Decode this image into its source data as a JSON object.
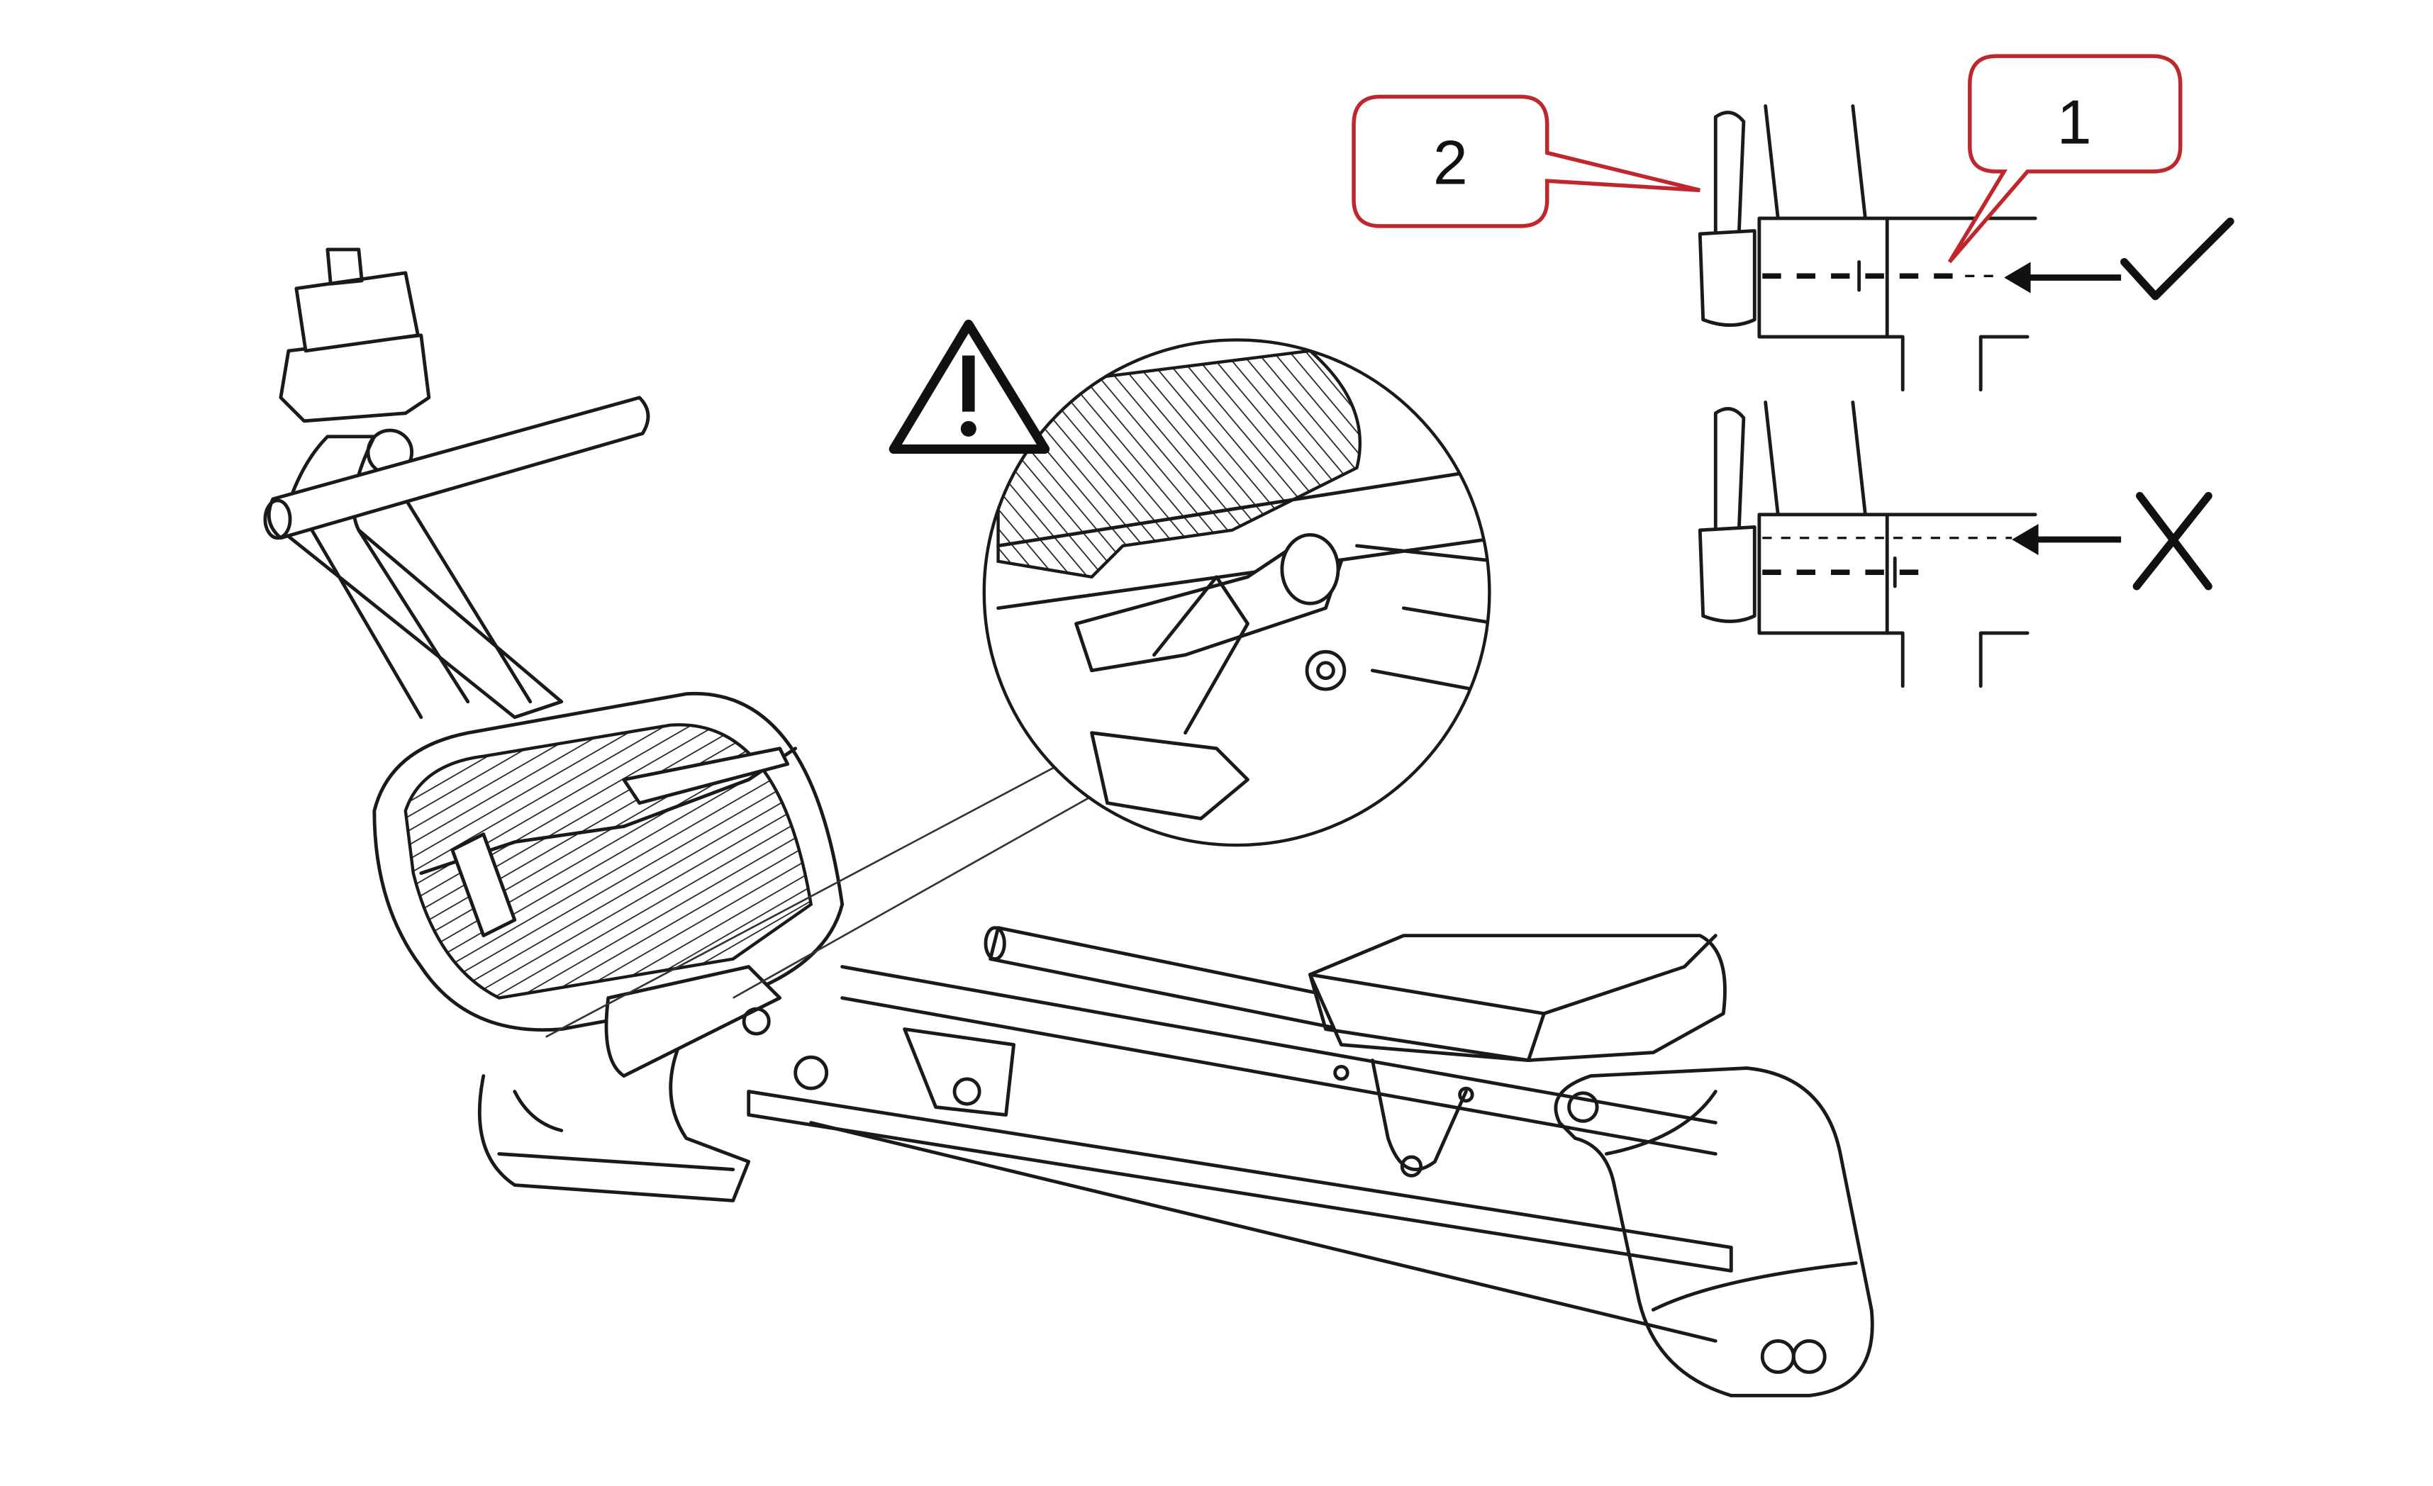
{
  "diagram": {
    "subject": "rowing-machine-seat-rail-assembly",
    "callouts": [
      {
        "id": "callout-1",
        "label": "1"
      },
      {
        "id": "callout-2",
        "label": "2"
      }
    ],
    "indicators": {
      "correct": "check-icon",
      "incorrect": "cross-icon",
      "warning": "warning-icon"
    },
    "colors": {
      "callout_border": "#c0272d",
      "line": "#1a1a1a"
    }
  }
}
